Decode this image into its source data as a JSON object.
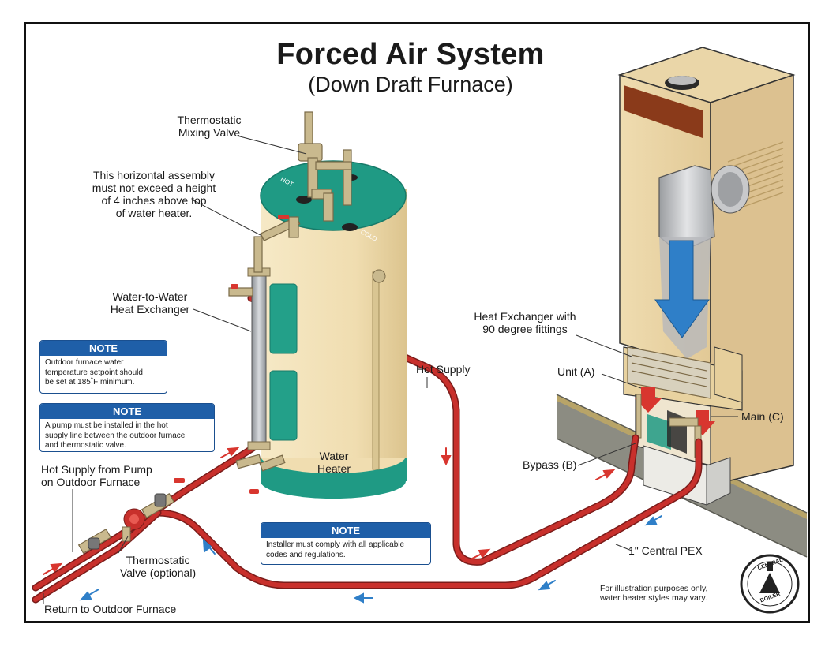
{
  "title": "Forced Air System",
  "subtitle": "(Down Draft Furnace)",
  "labels": {
    "mixing_valve": "Thermostatic\nMixing Valve",
    "horizontal_assembly": "This horizontal assembly\nmust not exceed a height\nof 4 inches above top\nof water heater.",
    "heat_exchanger_ww": "Water-to-Water\nHeat Exchanger",
    "hot_supply": "Hot Supply",
    "heat_exchanger_90": "Heat Exchanger with\n90 degree fittings",
    "unit_a": "Unit (A)",
    "main_c": "Main (C)",
    "bypass_b": "Bypass (B)",
    "water_heater": "Water\nHeater",
    "hot_supply_pump": "Hot Supply from Pump\non Outdoor Furnace",
    "thermostatic_valve": "Thermostatic\nValve (optional)",
    "return_outdoor": "Return to Outdoor Furnace",
    "central_pex": "1\" Central PEX",
    "disclaimer": "For illustration purposes only,\nwater heater styles may vary.",
    "hot": "HOT",
    "cold": "COLD"
  },
  "notes": [
    {
      "heading": "NOTE",
      "body": "Outdoor furnace water\ntemperature setpoint should\nbe set at 185˚F minimum."
    },
    {
      "heading": "NOTE",
      "body": "A pump must be installed in the hot\nsupply line between the outdoor furnace\nand thermostatic valve."
    },
    {
      "heading": "NOTE",
      "body": "Installer must comply with all applicable\ncodes and regulations."
    }
  ],
  "logo": {
    "line1": "CENTRAL",
    "line2": "BOILER"
  },
  "colors": {
    "pipe_red": "#c8302c",
    "flow_blue": "#2f7fc8",
    "tank_cream": "#f3e3b8",
    "tank_green": "#1f9a84",
    "furnace_tan": "#e9d3a3",
    "note_blue": "#1f5fa8",
    "floor_gray": "#8a8a80"
  }
}
